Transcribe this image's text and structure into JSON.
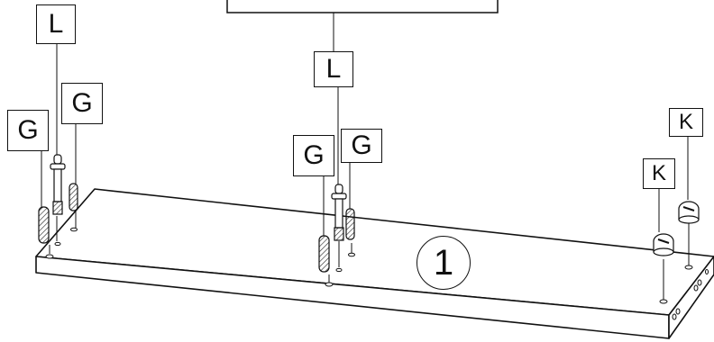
{
  "labels": {
    "l_left": "L",
    "g_left_far": "G",
    "g_left_near": "G",
    "l_center": "L",
    "g_center_left": "G",
    "g_center_right": "G",
    "k_right_top": "K",
    "k_right_low": "K"
  },
  "panel_number": "1",
  "icons": {
    "dowel": "wooden-dowel-icon",
    "connector_bolt": "cam-bolt-icon",
    "cam_lock": "cam-lock-icon"
  }
}
